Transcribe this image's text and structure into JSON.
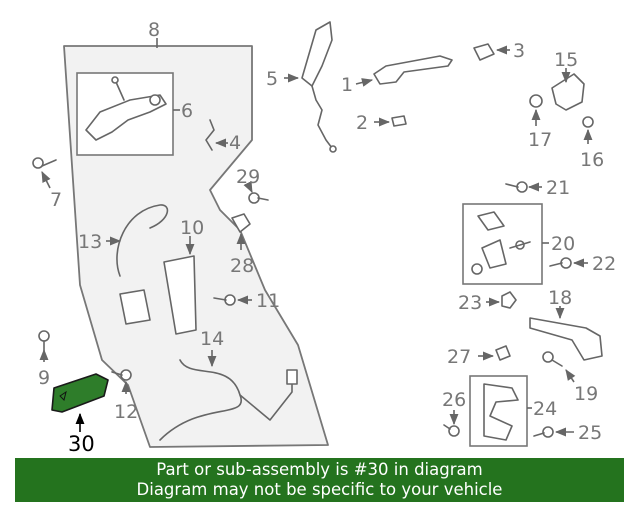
{
  "callouts": {
    "n1": "1",
    "n2": "2",
    "n3": "3",
    "n4": "4",
    "n5": "5",
    "n6": "6",
    "n7": "7",
    "n8": "8",
    "n9": "9",
    "n10": "10",
    "n11": "11",
    "n12": "12",
    "n13": "13",
    "n14": "14",
    "n15": "15",
    "n16": "16",
    "n17": "17",
    "n18": "18",
    "n19": "19",
    "n20": "20",
    "n21": "21",
    "n22": "22",
    "n23": "23",
    "n24": "24",
    "n25": "25",
    "n26": "26",
    "n27": "27",
    "n28": "28",
    "n29": "29",
    "n30": "30"
  },
  "highlight": {
    "part_number": "30",
    "color": "#2e7d2a"
  },
  "banner": {
    "line1": "Part or sub-assembly is #30 in diagram",
    "line2": "Diagram may not be specific to your vehicle",
    "background": "#24731e"
  }
}
